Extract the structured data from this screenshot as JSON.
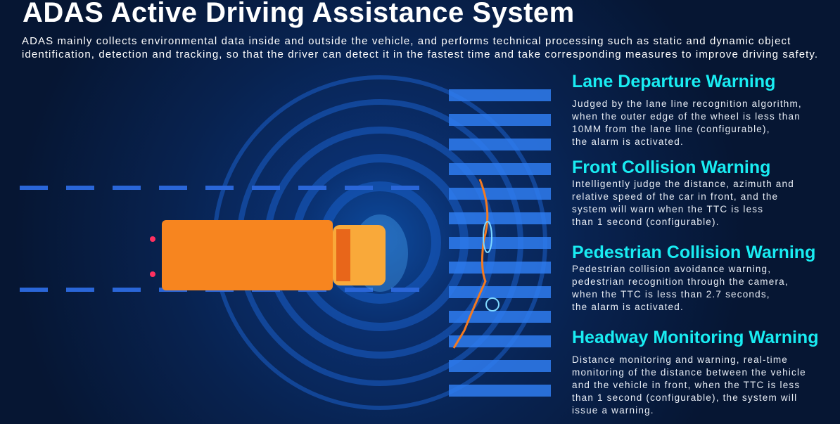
{
  "title": "ADAS Active Driving Assistance System",
  "intro": "ADAS mainly collects environmental data inside and outside the vehicle, and performs technical processing such as static and dynamic object identification, detection and tracking, so that the driver can detect it in the fastest time and take corresponding measures to improve driving safety.",
  "sections": [
    {
      "title": "Lane Departure Warning",
      "text": "Judged by the lane line recognition algorithm,\nwhen the outer edge of the wheel is less than\n10MM from the lane line (configurable),\nthe alarm is activated."
    },
    {
      "title": "Front Collision Warning",
      "text": "Intelligently judge the distance, azimuth and\nrelative speed of the car in front, and the\nsystem will warn when the TTC is less\nthan 1 second (configurable)."
    },
    {
      "title": "Pedestrian Collision Warning",
      "text": "Pedestrian collision avoidance warning,\npedestrian recognition through the camera,\nwhen the TTC is less than 2.7 seconds,\nthe alarm is activated."
    },
    {
      "title": "Headway Monitoring Warning",
      "text": "Distance monitoring and warning, real-time\nmonitoring of the distance between the vehicle\nand the vehicle in front, when the TTC is less\nthan 1 second (configurable), the system will\nissue a warning."
    }
  ],
  "colors": {
    "accent": "#19ecf2",
    "truck": "#f7851f",
    "background": "#061633"
  }
}
